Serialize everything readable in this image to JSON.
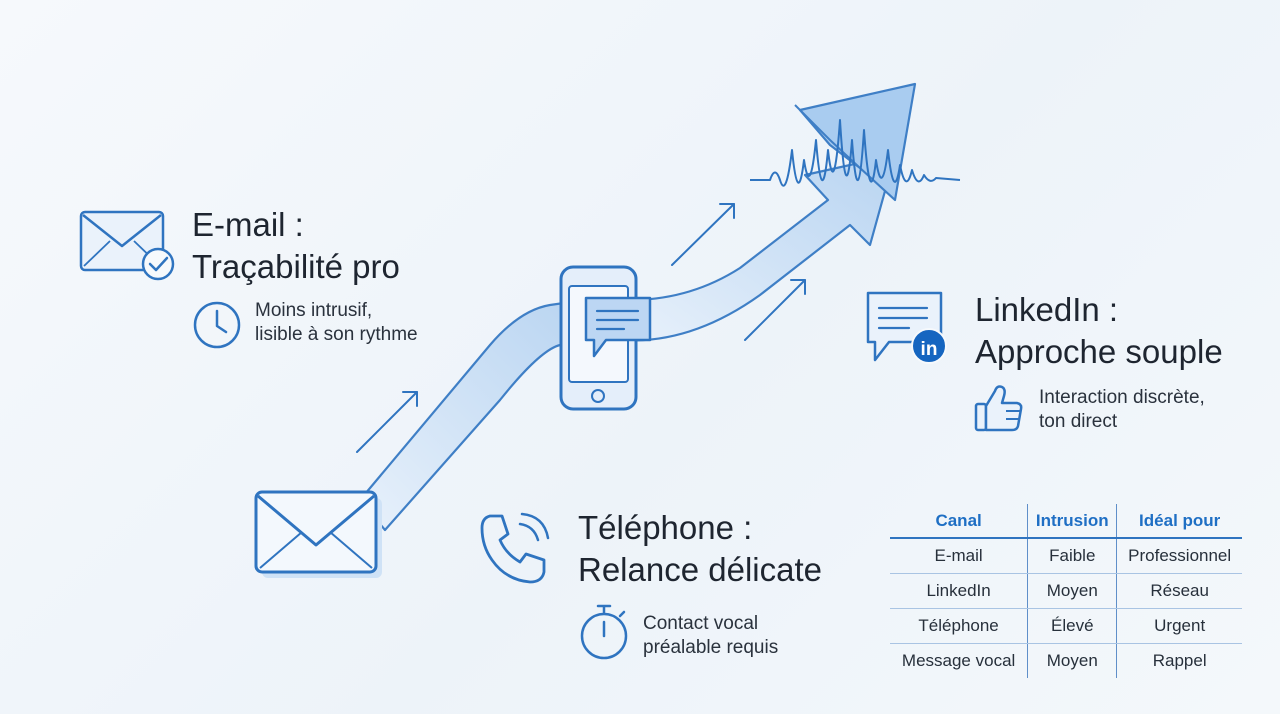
{
  "email": {
    "title_line1": "E-mail :",
    "title_line2": "Traçabilité pro",
    "detail_line1": "Moins intrusif,",
    "detail_line2": "lisible à son rythme"
  },
  "linkedin": {
    "title_line1": "LinkedIn :",
    "title_line2": "Approche souple",
    "detail_line1": "Interaction discrète,",
    "detail_line2": "ton direct",
    "badge": "in"
  },
  "telephone": {
    "title_line1": "Téléphone :",
    "title_line2": "Relance délicate",
    "detail_line1": "Contact vocal",
    "detail_line2": "préalable requis"
  },
  "table": {
    "headers": [
      "Canal",
      "Intrusion",
      "Idéal pour"
    ],
    "rows": [
      [
        "E-mail",
        "Faible",
        "Professionnel"
      ],
      [
        "LinkedIn",
        "Moyen",
        "Réseau"
      ],
      [
        "Téléphone",
        "Élevé",
        "Urgent"
      ],
      [
        "Message vocal",
        "Moyen",
        "Rappel"
      ]
    ]
  },
  "colors": {
    "accent": "#2f74c0",
    "accent_dark": "#1f6fc4",
    "light_fill": "#d6e6f7",
    "linkedin_badge": "#1565c0"
  }
}
